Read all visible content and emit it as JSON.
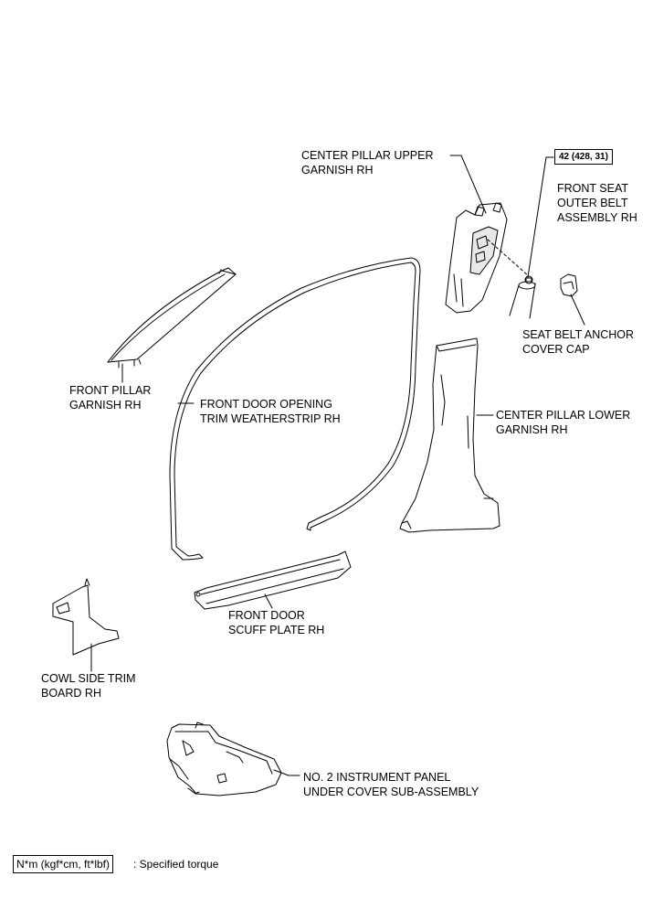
{
  "parts": {
    "center_pillar_upper": [
      "CENTER PILLAR UPPER",
      "GARNISH RH"
    ],
    "torque_value": "42 (428, 31)",
    "front_seat_belt": [
      "FRONT SEAT",
      "OUTER BELT",
      "ASSEMBLY RH"
    ],
    "seat_belt_cap": [
      "SEAT BELT ANCHOR",
      "COVER CAP"
    ],
    "front_pillar": [
      "FRONT PILLAR",
      "GARNISH RH"
    ],
    "weatherstrip": [
      "FRONT DOOR OPENING",
      "TRIM WEATHERSTRIP RH"
    ],
    "center_pillar_lower": [
      "CENTER PILLAR LOWER",
      "GARNISH RH"
    ],
    "scuff_plate": [
      "FRONT DOOR",
      "SCUFF PLATE RH"
    ],
    "cowl_side": [
      "COWL SIDE TRIM",
      "BOARD RH"
    ],
    "under_cover": [
      "NO. 2 INSTRUMENT PANEL",
      "UNDER COVER SUB-ASSEMBLY"
    ]
  },
  "legend": {
    "unit": "N*m (kgf*cm, ft*lbf)",
    "description": ": Specified torque"
  }
}
